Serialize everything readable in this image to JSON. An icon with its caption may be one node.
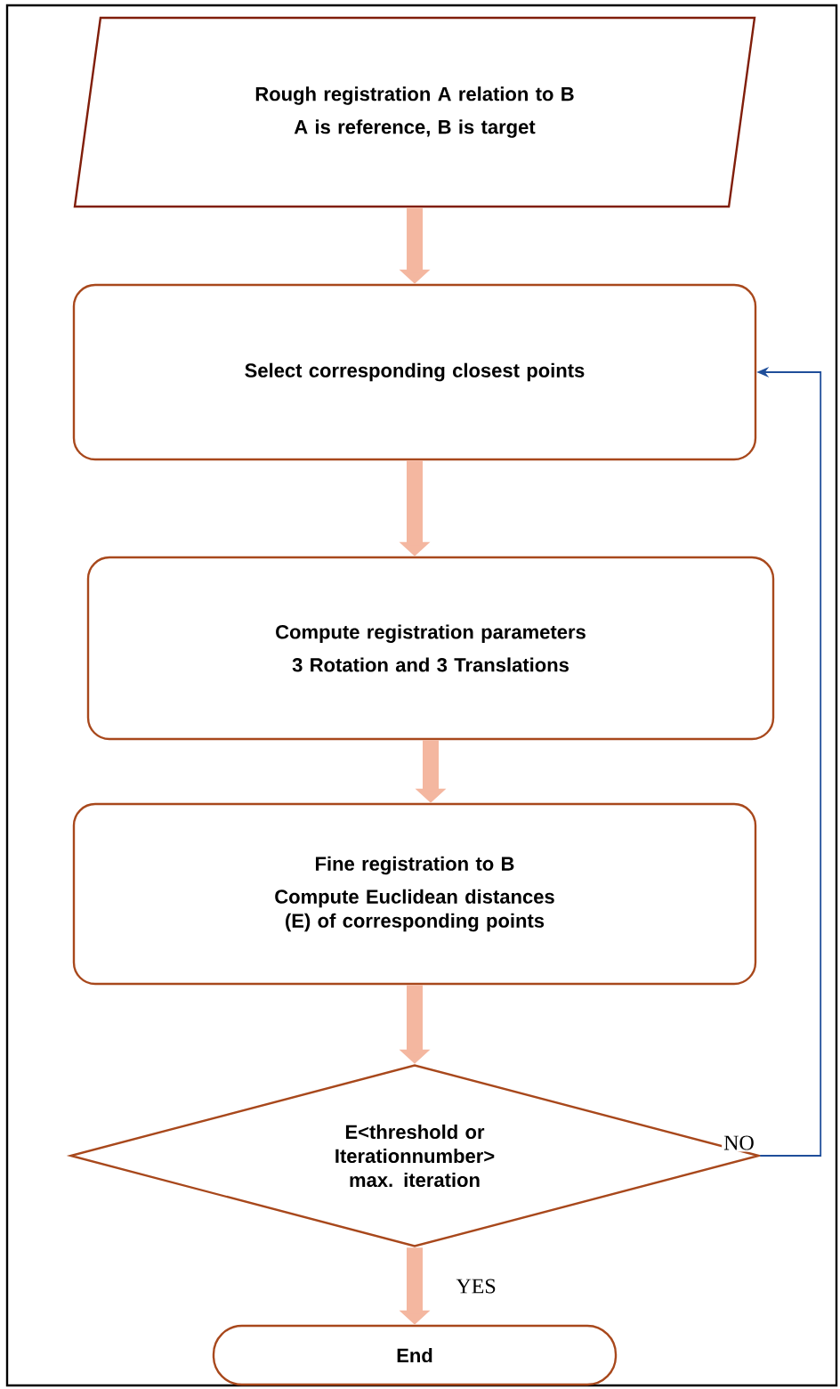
{
  "diagram": {
    "nodes": [
      {
        "text": [
          "Rough registration A relation to B",
          "A is reference, B is target"
        ]
      },
      {
        "text": [
          "Select corresponding closest points"
        ]
      },
      {
        "text": [
          "Compute registration parameters",
          "3 Rotation and 3 Translations"
        ]
      },
      {
        "text": [
          "Fine registration to B",
          "Compute Euclidean distances (E) of corresponding points"
        ]
      },
      {
        "text": [
          "E<threshold or Iterationnumber> max. iteration"
        ]
      },
      {
        "text": [
          "End"
        ]
      }
    ],
    "edges": [
      {
        "from": 0,
        "to": 1,
        "arrow": "to"
      },
      {
        "from": 1,
        "to": 2,
        "arrow": "to"
      },
      {
        "from": 2,
        "to": 3,
        "arrow": "to"
      },
      {
        "from": 3,
        "to": 4,
        "arrow": "to"
      },
      {
        "from": 4,
        "to": 5,
        "arrow": "to",
        "label": "YES"
      },
      {
        "from": 4,
        "to": 1,
        "arrow": "to",
        "label": "NO",
        "color": "#1f4e9a"
      }
    ]
  }
}
